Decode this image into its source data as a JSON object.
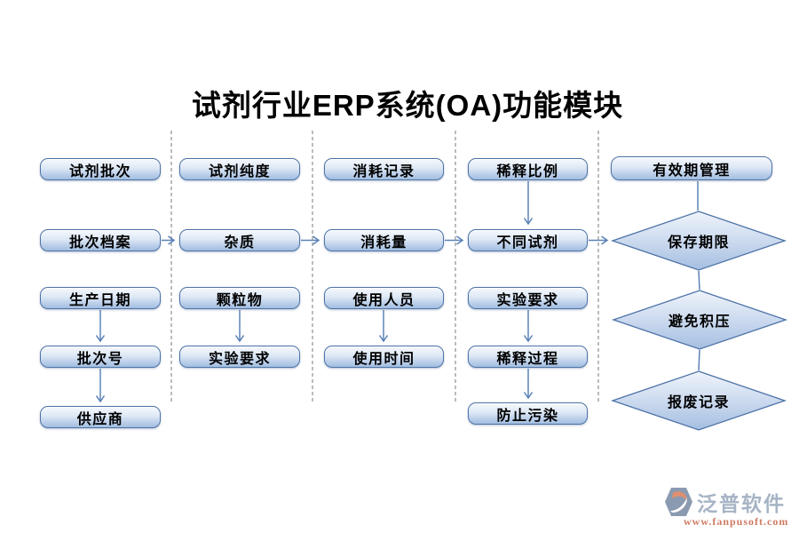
{
  "title": "试剂行业ERP系统(OA)功能模块",
  "columns": [
    {
      "boxes": [
        "试剂批次",
        "批次档案",
        "生产日期",
        "批次号",
        "供应商"
      ]
    },
    {
      "boxes": [
        "试剂纯度",
        "杂质",
        "颗粒物",
        "实验要求"
      ]
    },
    {
      "boxes": [
        "消耗记录",
        "消耗量",
        "使用人员",
        "使用时间"
      ]
    },
    {
      "boxes": [
        "稀释比例",
        "不同试剂",
        "实验要求",
        "稀释过程",
        "防止污染"
      ]
    },
    {
      "boxes": [
        "有效期管理"
      ],
      "diamonds": [
        "保存期限",
        "避免积压",
        "报废记录"
      ]
    }
  ],
  "logo": {
    "name": "泛普软件",
    "url": "www.fanpusoft.com"
  },
  "colors": {
    "node_border": "#4d73a7",
    "node_fill_top": "#f6f9fd",
    "node_fill_bottom": "#a2bedf",
    "arrow": "#5b82b8",
    "dashed_line": "#909090",
    "title_text": "#000000",
    "logo_name_text": "#a7b4c6",
    "logo_url_text": "#cf7a63"
  }
}
